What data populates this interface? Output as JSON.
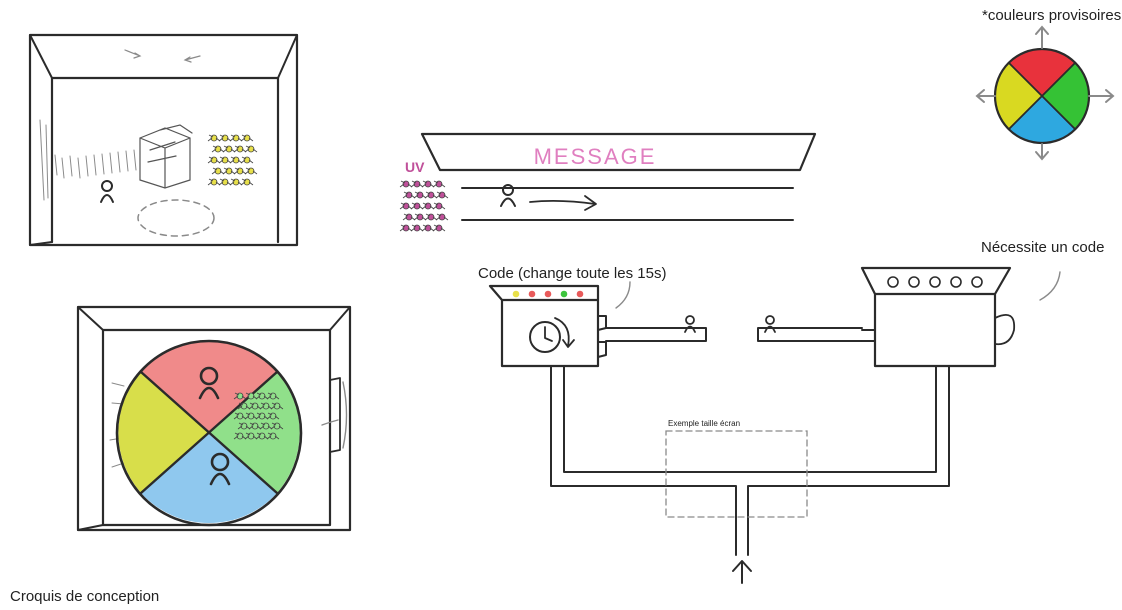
{
  "labels": {
    "colors_note": "*couleurs provisoires",
    "message": "MESSAGE",
    "uv": "UV",
    "code_label": "Code (change toute les 15s)",
    "needs_code": "Nécessite un code",
    "screen_example": "Exemple taille écran",
    "caption": "Croquis de conception"
  },
  "colors": {
    "red": "#e8323c",
    "green": "#35c235",
    "blue": "#2ea8e0",
    "yellow": "#d9d921",
    "pale_red": "#f08a8a",
    "pale_green": "#90e08a",
    "pale_blue": "#8fc8ee",
    "pale_yellow": "#d8de4a",
    "uv_pink": "#c0509a",
    "led_yellow": "#e8e04a",
    "led_red": "#e85a5a",
    "led_green": "#3cc43c"
  },
  "code_leds": [
    "led_yellow",
    "led_red",
    "led_red",
    "led_green",
    "led_red"
  ]
}
